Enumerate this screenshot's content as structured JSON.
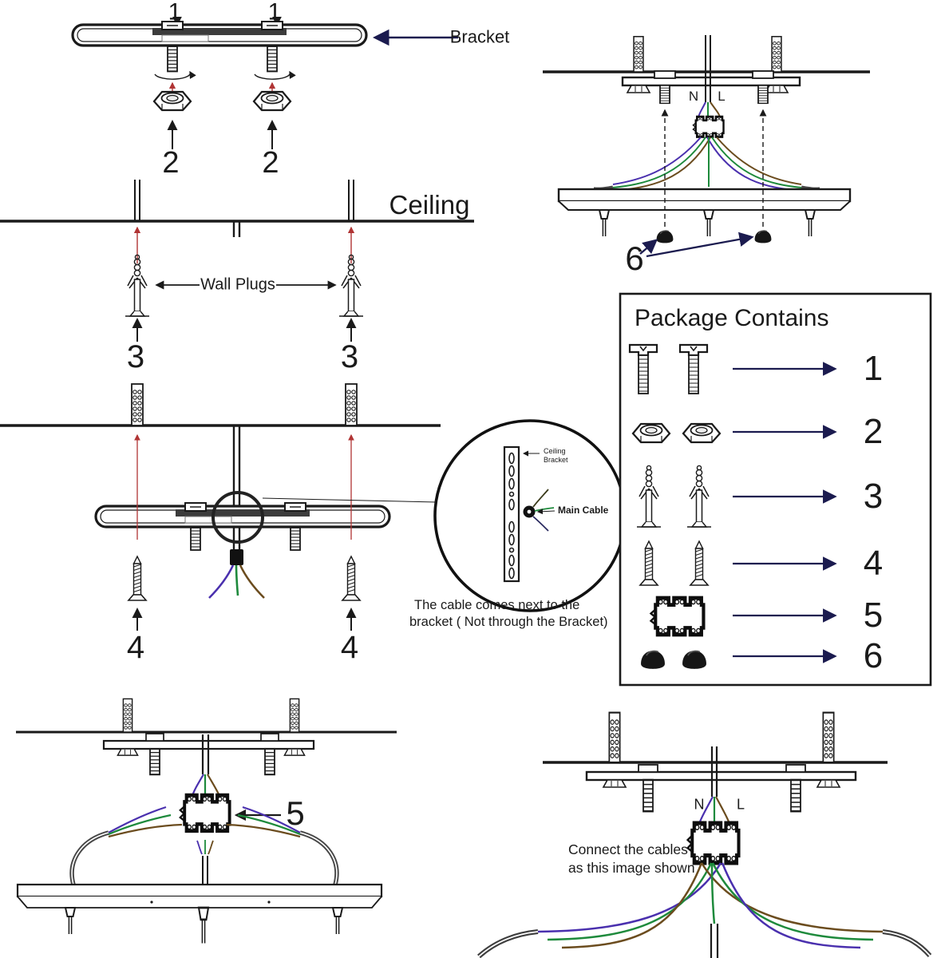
{
  "colors": {
    "wire_blue": "#4a30ae",
    "wire_green": "#1e8a3c",
    "wire_brown": "#6b4c1e",
    "arrow_red": "#b03434",
    "arrow_navy": "#1b1b4f",
    "line": "#1a1a1a",
    "background": "#ffffff"
  },
  "step1": {
    "callout": "1",
    "bracket_label": "Bracket"
  },
  "step2": {
    "callout": "2"
  },
  "ceiling": {
    "label": "Ceiling"
  },
  "step3": {
    "callout": "3",
    "label": "Wall Plugs"
  },
  "step4": {
    "callout": "4"
  },
  "inset": {
    "bracket_label_line1": "Ceiling",
    "bracket_label_line2": "Bracket",
    "cable_label": "Main Cable",
    "note_line1": "The cable comes next to the",
    "note_line2": "bracket ( Not through the Bracket)"
  },
  "step6": {
    "callout": "6",
    "neutral": "N",
    "live": "L"
  },
  "package": {
    "title": "Package Contains",
    "rows": [
      {
        "icon": "machine-screw-pair",
        "callout": "1"
      },
      {
        "icon": "hex-nut-pair",
        "callout": "2"
      },
      {
        "icon": "wall-plug-pair",
        "callout": "3"
      },
      {
        "icon": "wood-screw-pair",
        "callout": "4"
      },
      {
        "icon": "terminal-block",
        "callout": "5"
      },
      {
        "icon": "end-cap-pair",
        "callout": "6"
      }
    ]
  },
  "step5": {
    "callout": "5"
  },
  "connect": {
    "neutral": "N",
    "live": "L",
    "note_line1": "Connect the cables",
    "note_line2": "as this image shown"
  }
}
